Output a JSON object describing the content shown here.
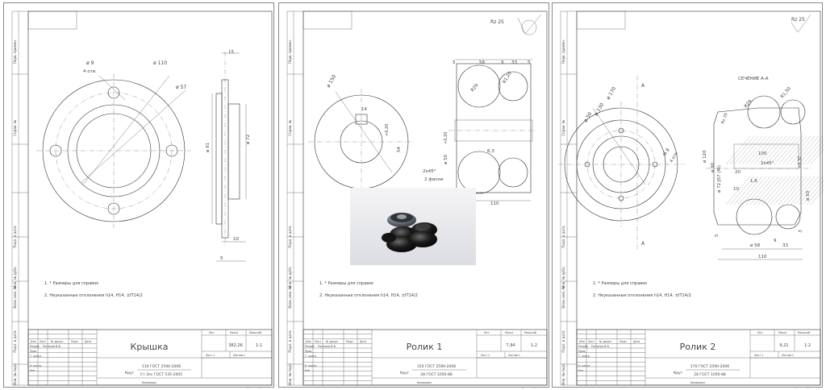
{
  "sheets": [
    {
      "id": "kryshka",
      "rotated_field_labels": [
        "Перв. примен.",
        "Справ. №",
        "Подп. и дата",
        "Инв. № дубл.",
        "Взам. инв. №",
        "Подп. и дата",
        "Инв. № подл."
      ],
      "roughness": "",
      "dims": {
        "holes": "ø 9",
        "holes_count": "4 отв.",
        "d_outer": "ø 110",
        "d_inner": "ø 57",
        "top_w": "15",
        "d_91": "ø 91",
        "d_72": "ø 72",
        "bot_w1": "10",
        "bot_w2": "5"
      },
      "notes": [
        "1.  * Размеры для справок",
        "2.  Неуказанные отклонения h14, H14, ±IT14/2"
      ],
      "title_block": {
        "name": "Крышка",
        "material_line1": "110 ГОСТ 2590-2006",
        "material_prefix": "Круг",
        "material_line2": "Ст.3пс ГОСТ 535-2005",
        "lit_label": "Лит.",
        "mass_label": "Масса",
        "scale_label": "Масштаб",
        "mass": "382,26",
        "scale": "1:1",
        "sheet_label": "Лист 1",
        "sheets_label": "Листов 1",
        "row_headers": [
          "Изм.",
          "Лист",
          "№ докум.",
          "Подп.",
          "Дата"
        ],
        "row_labels": [
          "Разраб.",
          "Пров.",
          "Т. контр.",
          "",
          "Н. контр.",
          "Утв."
        ],
        "developer": "Потапов В.В.",
        "copied": "Копировал",
        "format": "Формат А4"
      }
    },
    {
      "id": "rolik1",
      "rotated_field_labels": [
        "Перв. примен.",
        "Справ. №",
        "Подп. и дата",
        "Инв. № дубл.",
        "Взам. инв. №",
        "Подп. и дата",
        "Инв. № подл."
      ],
      "roughness": "Rz 25",
      "dims": {
        "d_150": "ø 150",
        "key_w": "14",
        "key_t": "+0,20",
        "d_54": "54",
        "tol_020": "+0,20",
        "d_50": "ø 50",
        "w5a": "5",
        "w58": "58",
        "w9": "9",
        "w33": "33",
        "w5b": "5",
        "r29": "R29",
        "r20": "R1,20",
        "r63": "6,3",
        "chamfer": "2х45°",
        "chamfer_note": "2 фаски",
        "total": "110"
      },
      "notes": [
        "1.  * Размеры для справок",
        "2.  Неуказанные отклонения h14, H14, ±IT14/2"
      ],
      "title_block": {
        "name": "Ролик 1",
        "material_line1": "150 ГОСТ 2590-2006",
        "material_prefix": "Круг",
        "material_line2": "28 ГОСТ 1050-88",
        "lit_label": "Лит.",
        "mass_label": "Масса",
        "scale_label": "Масштаб",
        "mass": "7,94",
        "scale": "1:2",
        "sheet_label": "Лист 1",
        "sheets_label": "Листов 1",
        "row_headers": [
          "Изм.",
          "Лист",
          "№ докум.",
          "Подп.",
          "Дата"
        ],
        "row_labels": [
          "Разраб.",
          "Пров.",
          "Т. контр.",
          "",
          "Н. контр.",
          "Утв."
        ],
        "developer": "Потапов В.В.",
        "copied": "Копировал",
        "format": "Формат А4"
      }
    },
    {
      "id": "rolik2",
      "rotated_field_labels": [
        "Перв. примен.",
        "Справ. №",
        "Подп. и дата",
        "Инв. № дубл.",
        "Взам. инв. №",
        "Подп. и дата",
        "Инв. № подл."
      ],
      "roughness": "Rz 25",
      "dims": {
        "section_label": "СЕЧЕНИЕ А-А",
        "cut_a": "А",
        "d_170": "ø 170",
        "d_130": "ø 130",
        "d_50r": "ø 50",
        "m8": "М 8",
        "m8_count": "4 отв.",
        "r29": "R29",
        "r20": "R1,50",
        "rz25": "Rz 25",
        "d_120": "ø 120",
        "d_90": "ø 90",
        "d_72": "ø 72 JS7 (f6)",
        "d_50": "ø 50",
        "l100": "100",
        "chamfer": "2х45°",
        "l20a": "20",
        "l16": "1,6",
        "l10": "10",
        "tol": "+0,32",
        "w58": "ø 58",
        "w9": "9",
        "w33": "33",
        "w5": "5",
        "w5b": "5",
        "total": "110"
      },
      "notes": [
        "1.  * Размеры для справок",
        "2.  Неуказанные отклонения h14, H14, ±IT14/2"
      ],
      "title_block": {
        "name": "Ролик 2",
        "material_line1": "170 ГОСТ 2590-2006",
        "material_prefix": "Круг",
        "material_line2": "28 ГОСТ 1050-88",
        "lit_label": "Лит.",
        "mass_label": "Масса",
        "scale_label": "Масштаб",
        "mass": "9,21",
        "scale": "1:2",
        "sheet_label": "Лист 1",
        "sheets_label": "Листов 1",
        "row_headers": [
          "Изм.",
          "Лист",
          "№ докум.",
          "Подп.",
          "Дата"
        ],
        "row_labels": [
          "Разраб.",
          "Пров.",
          "Т. контр.",
          "",
          "Н. контр.",
          "Утв."
        ],
        "developer": "Потапов В.В.",
        "copied": "Копировал",
        "format": "Формат А4"
      }
    }
  ],
  "photo": {
    "icon": "rollers-3d-render"
  }
}
